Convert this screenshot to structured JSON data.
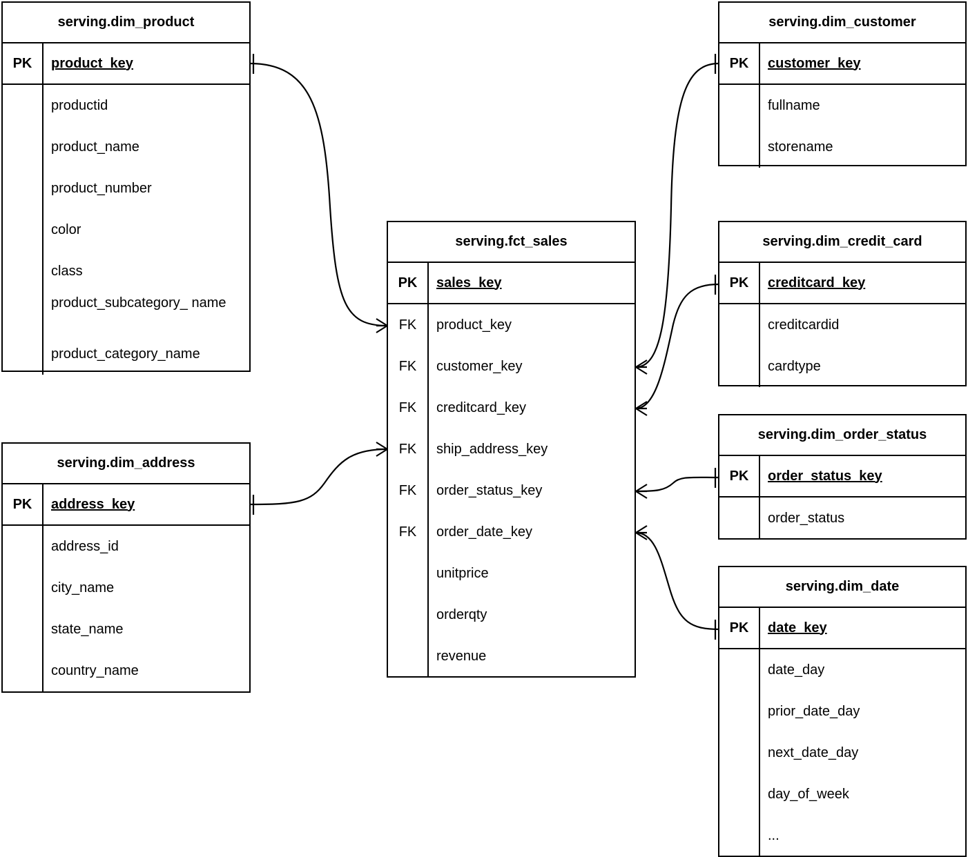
{
  "diagram": {
    "type": "entity-relationship-diagram",
    "notation": "crow's-foot",
    "background": "#ffffff",
    "line_color": "#000000"
  },
  "entities": [
    {
      "id": "dim_product",
      "title": "serving.dim_product",
      "primary_key": {
        "marker": "PK",
        "name": "product_key"
      },
      "attributes": [
        {
          "marker": "",
          "name": "productid"
        },
        {
          "marker": "",
          "name": "product_name"
        },
        {
          "marker": "",
          "name": "product_number"
        },
        {
          "marker": "",
          "name": "color"
        },
        {
          "marker": "",
          "name": "class"
        },
        {
          "marker": "",
          "name": "product_subcategory_ name"
        },
        {
          "marker": "",
          "name": "product_category_name"
        }
      ]
    },
    {
      "id": "dim_address",
      "title": "serving.dim_address",
      "primary_key": {
        "marker": "PK",
        "name": "address_key"
      },
      "attributes": [
        {
          "marker": "",
          "name": "address_id"
        },
        {
          "marker": "",
          "name": "city_name"
        },
        {
          "marker": "",
          "name": "state_name"
        },
        {
          "marker": "",
          "name": "country_name"
        }
      ]
    },
    {
      "id": "fct_sales",
      "title": "serving.fct_sales",
      "primary_key": {
        "marker": "PK",
        "name": "sales_key"
      },
      "attributes": [
        {
          "marker": "FK",
          "name": "product_key"
        },
        {
          "marker": "FK",
          "name": "customer_key"
        },
        {
          "marker": "FK",
          "name": "creditcard_key"
        },
        {
          "marker": "FK",
          "name": "ship_address_key"
        },
        {
          "marker": "FK",
          "name": "order_status_key"
        },
        {
          "marker": "FK",
          "name": "order_date_key"
        },
        {
          "marker": "",
          "name": "unitprice"
        },
        {
          "marker": "",
          "name": "orderqty"
        },
        {
          "marker": "",
          "name": "revenue"
        }
      ]
    },
    {
      "id": "dim_customer",
      "title": "serving.dim_customer",
      "primary_key": {
        "marker": "PK",
        "name": "customer_key"
      },
      "attributes": [
        {
          "marker": "",
          "name": "fullname"
        },
        {
          "marker": "",
          "name": "storename"
        }
      ]
    },
    {
      "id": "dim_credit_card",
      "title": "serving.dim_credit_card",
      "primary_key": {
        "marker": "PK",
        "name": "creditcard_key"
      },
      "attributes": [
        {
          "marker": "",
          "name": "creditcardid"
        },
        {
          "marker": "",
          "name": "cardtype"
        }
      ]
    },
    {
      "id": "dim_order_status",
      "title": "serving.dim_order_status",
      "primary_key": {
        "marker": "PK",
        "name": "order_status_key"
      },
      "attributes": [
        {
          "marker": "",
          "name": "order_status"
        }
      ]
    },
    {
      "id": "dim_date",
      "title": "serving.dim_date",
      "primary_key": {
        "marker": "PK",
        "name": "date_key"
      },
      "attributes": [
        {
          "marker": "",
          "name": "date_day"
        },
        {
          "marker": "",
          "name": "prior_date_day"
        },
        {
          "marker": "",
          "name": "next_date_day"
        },
        {
          "marker": "",
          "name": "day_of_week"
        },
        {
          "marker": "",
          "name": "..."
        }
      ]
    }
  ],
  "relationships": [
    {
      "from": "dim_product.product_key",
      "to": "fct_sales.product_key",
      "from_cardinality": "one",
      "to_cardinality": "many"
    },
    {
      "from": "dim_address.address_key",
      "to": "fct_sales.ship_address_key",
      "from_cardinality": "one",
      "to_cardinality": "many"
    },
    {
      "from": "dim_customer.customer_key",
      "to": "fct_sales.customer_key",
      "from_cardinality": "one",
      "to_cardinality": "many"
    },
    {
      "from": "dim_credit_card.creditcard_key",
      "to": "fct_sales.creditcard_key",
      "from_cardinality": "one",
      "to_cardinality": "many"
    },
    {
      "from": "dim_order_status.order_status_key",
      "to": "fct_sales.order_status_key",
      "from_cardinality": "one",
      "to_cardinality": "many"
    },
    {
      "from": "dim_date.date_key",
      "to": "fct_sales.order_date_key",
      "from_cardinality": "one",
      "to_cardinality": "many"
    }
  ]
}
